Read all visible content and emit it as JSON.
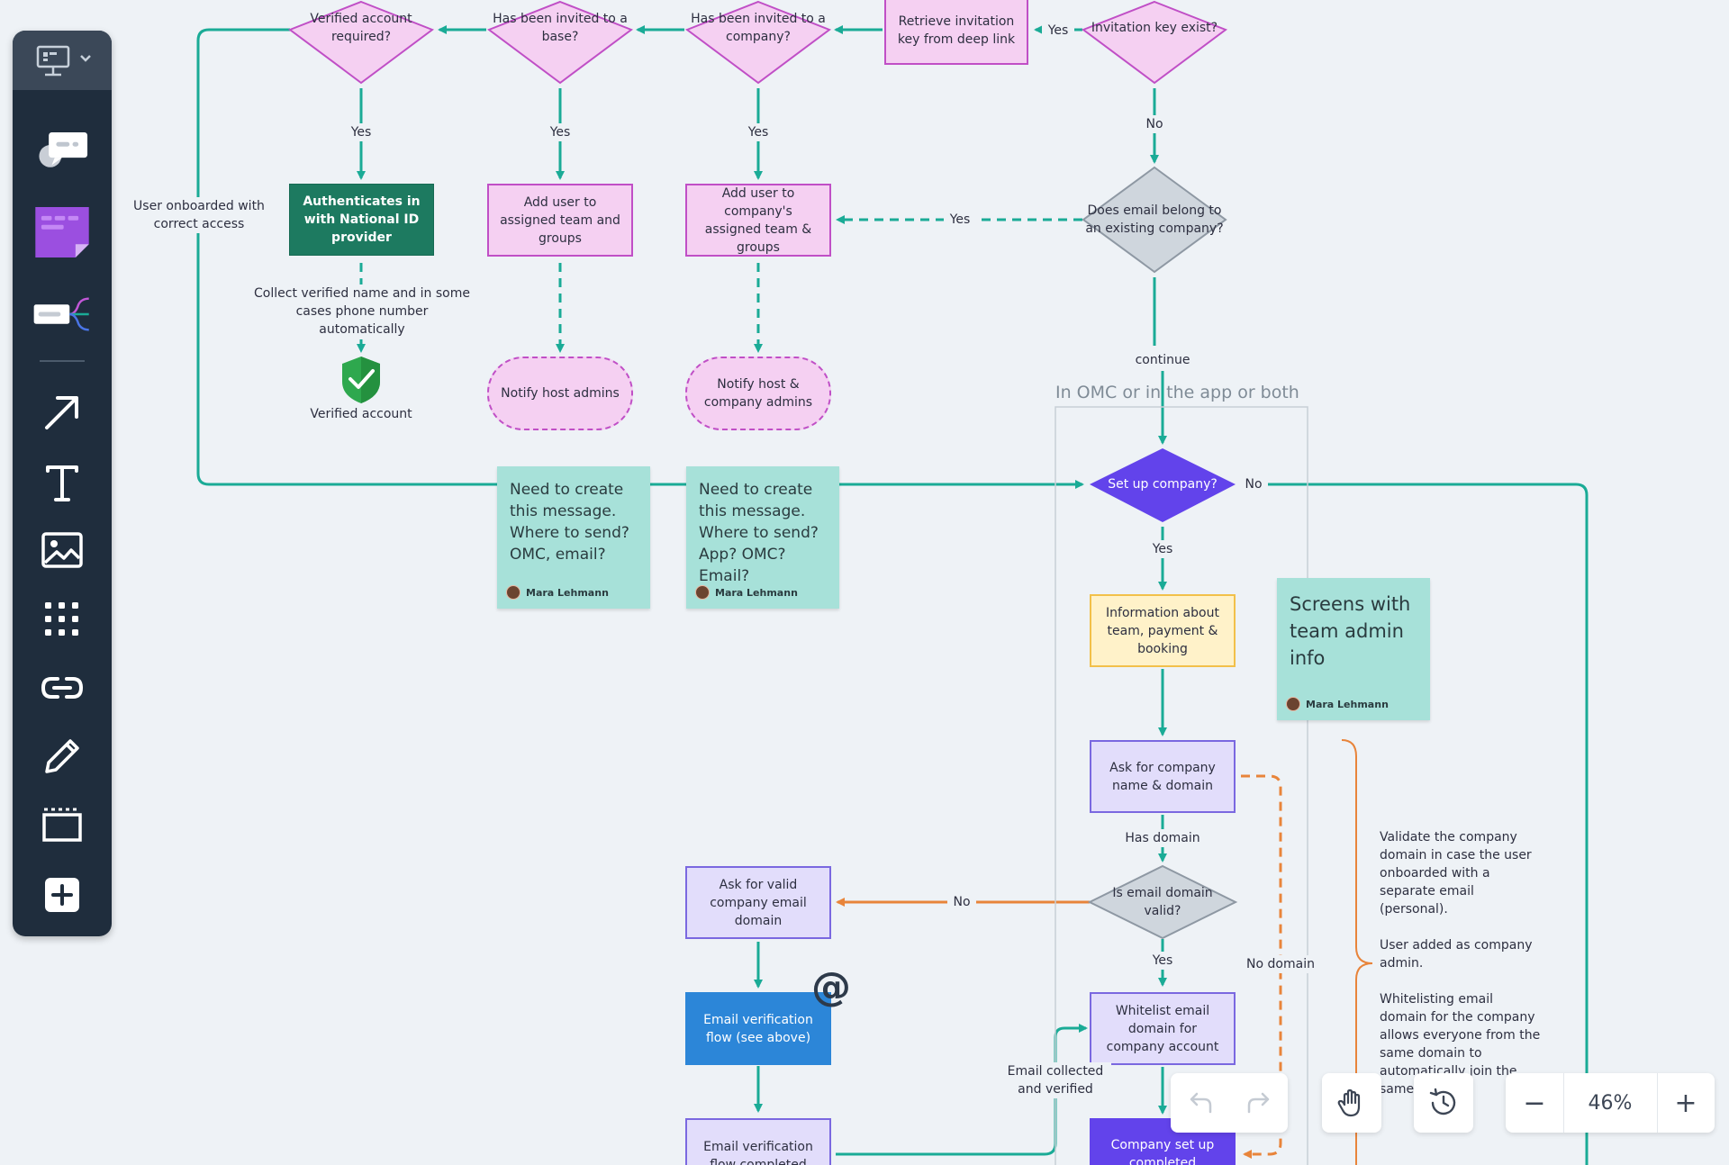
{
  "flow": {
    "d_verified_account": "Verified account required?",
    "d_invited_base": "Has been invited to a base?",
    "d_invited_company": "Has been invited to a company?",
    "p_retrieve_key": "Retrieve invitation key from deep link",
    "d_invitation_key": "Invitation key exist?",
    "p_authenticates": "Authenticates in with National ID provider",
    "p_add_team_groups": "Add user to assigned team and groups",
    "p_add_company_team": "Add user to company's assigned team & groups",
    "d_email_company": "Does email belong to an existing company?",
    "t_collect_verified": "Collect verified name and in some cases phone number automatically",
    "t_verified_account": "Verified account",
    "pill_notify_host": "Notify host admins",
    "pill_notify_host_company": "Notify host & company admins",
    "t_user_onboarded": "User onboarded with correct access",
    "d_setup_company": "Set up company?",
    "p_info_team": "Information about team, payment & booking",
    "p_ask_company_name": "Ask for company name & domain",
    "d_email_domain_valid": "Is email domain valid?",
    "p_whitelist": "Whitelist email domain for company account",
    "p_company_setup": "Company set up completed",
    "p_ask_valid_domain": "Ask for valid company email domain",
    "p_email_verification": "Email verification flow (see above)",
    "p_email_verification_done": "Email verification flow completed",
    "t_email_collected": "Email collected and verified",
    "t_validate_note": "Validate the company domain in case the user onboarded with a separate email (personal).\n\nUser added as company admin.\n\nWhitelisting email domain for the company allows everyone from the same domain to automatically join the same",
    "frame_title": "In OMC or in the app or both"
  },
  "edge_labels": {
    "yes": "Yes",
    "no": "No",
    "continue": "continue",
    "has_domain": "Has domain",
    "no_domain": "No domain"
  },
  "stickies": [
    {
      "text": "Need to create this message. Where to send? OMC, email?",
      "author": "Mara Lehmann"
    },
    {
      "text": "Need to create this message. Where to send? App? OMC? Email?",
      "author": "Mara Lehmann"
    },
    {
      "text": "Screens with team admin info",
      "author": "Mara Lehmann"
    }
  ],
  "icons": {
    "at_symbol": "@"
  },
  "toolbar": {
    "items": [
      "present-icon",
      "comment-icon",
      "sticky-note-icon",
      "mindmap-icon",
      "arrow-icon",
      "text-icon",
      "image-icon",
      "grid-icon",
      "link-icon",
      "pen-icon",
      "frame-icon",
      "add-icon"
    ]
  },
  "controls": {
    "zoom_level": "46%",
    "zoom_out_symbol": "−",
    "zoom_in_symbol": "+"
  },
  "colors": {
    "connector_teal": "#1aab96",
    "connector_orange": "#e8843a",
    "decision_pink": "#f5d0f2",
    "decision_gray": "#cfd6dd",
    "decision_indigo": "#6243eb"
  }
}
